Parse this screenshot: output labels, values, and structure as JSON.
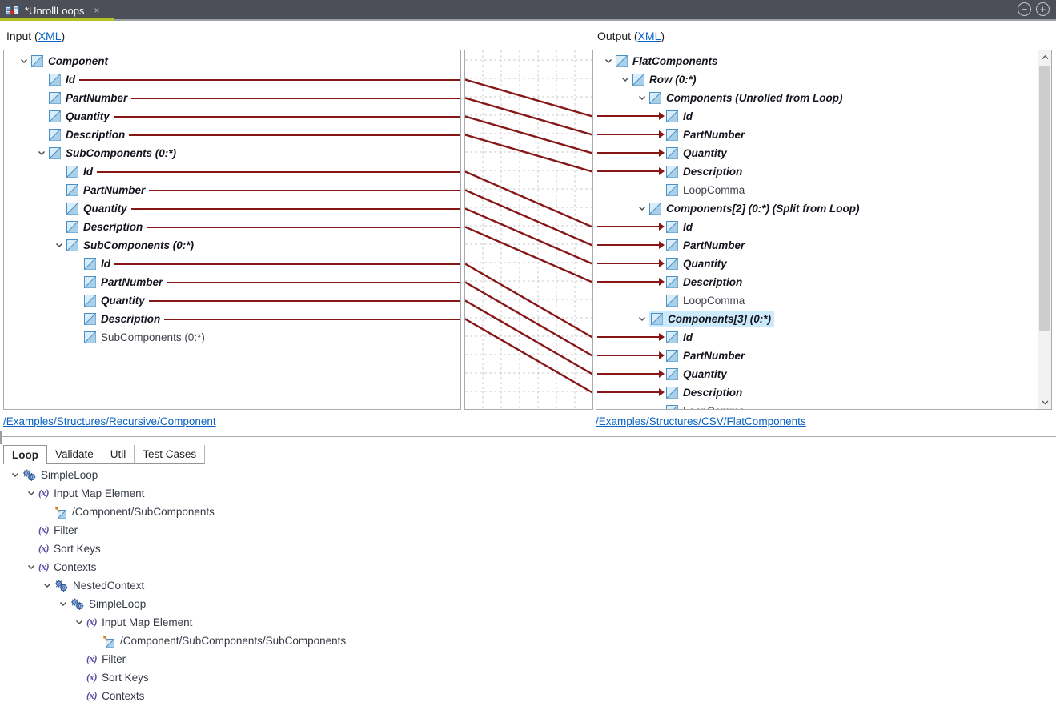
{
  "titlebar": {
    "tab_title": "*UnrollLoops",
    "close_glyph": "×",
    "zoom_out_glyph": "−",
    "zoom_in_glyph": "+",
    "accent_green": "#b0c323",
    "bar_bg": "#4c4f57"
  },
  "icons": {
    "tab_icon": "map-document-icon",
    "element": "xml-element-icon",
    "loop": "double-gear-icon",
    "fx": "function-icon",
    "mapel": "mapped-element-icon",
    "chevron": "chevron-down-icon"
  },
  "colors": {
    "map_line": "#871717",
    "selection_bg": "#cdeafc",
    "link": "#0a62c4",
    "grid": "#cccccc"
  },
  "panes": {
    "input_header_prefix": "Input (",
    "input_header_link": "XML",
    "input_header_suffix": ")",
    "output_header_prefix": "Output (",
    "output_header_link": "XML",
    "output_header_suffix": ")",
    "input_footer_link": "/Examples/Structures/Recursive/Component",
    "output_footer_link": "/Examples/Structures/CSV/FlatComponents"
  },
  "input_tree": {
    "rows": [
      {
        "label": "Component",
        "level": 0,
        "chevron": true,
        "bold": true,
        "line": false
      },
      {
        "label": "Id",
        "level": 1,
        "chevron": false,
        "bold": true,
        "line": true
      },
      {
        "label": "PartNumber",
        "level": 1,
        "chevron": false,
        "bold": true,
        "line": true
      },
      {
        "label": "Quantity",
        "level": 1,
        "chevron": false,
        "bold": true,
        "line": true
      },
      {
        "label": "Description",
        "level": 1,
        "chevron": false,
        "bold": true,
        "line": true
      },
      {
        "label": "SubComponents (0:*)",
        "level": 1,
        "chevron": true,
        "bold": true,
        "line": false
      },
      {
        "label": "Id",
        "level": 2,
        "chevron": false,
        "bold": true,
        "line": true
      },
      {
        "label": "PartNumber",
        "level": 2,
        "chevron": false,
        "bold": true,
        "line": true
      },
      {
        "label": "Quantity",
        "level": 2,
        "chevron": false,
        "bold": true,
        "line": true
      },
      {
        "label": "Description",
        "level": 2,
        "chevron": false,
        "bold": true,
        "line": true
      },
      {
        "label": "SubComponents (0:*)",
        "level": 2,
        "chevron": true,
        "bold": true,
        "line": false
      },
      {
        "label": "Id",
        "level": 3,
        "chevron": false,
        "bold": true,
        "line": true
      },
      {
        "label": "PartNumber",
        "level": 3,
        "chevron": false,
        "bold": true,
        "line": true
      },
      {
        "label": "Quantity",
        "level": 3,
        "chevron": false,
        "bold": true,
        "line": true
      },
      {
        "label": "Description",
        "level": 3,
        "chevron": false,
        "bold": true,
        "line": true
      },
      {
        "label": "SubComponents (0:*)",
        "level": 3,
        "chevron": false,
        "bold": false,
        "line": false
      }
    ]
  },
  "output_tree": {
    "rows": [
      {
        "label": "FlatComponents",
        "level": 0,
        "chevron": true,
        "bold": true,
        "arrow": false
      },
      {
        "label": "Row (0:*)",
        "level": 1,
        "chevron": true,
        "bold": true,
        "arrow": false
      },
      {
        "label": "Components (Unrolled from Loop)",
        "level": 2,
        "chevron": true,
        "bold": true,
        "arrow": false
      },
      {
        "label": "Id",
        "level": 3,
        "chevron": false,
        "bold": true,
        "arrow": true
      },
      {
        "label": "PartNumber",
        "level": 3,
        "chevron": false,
        "bold": true,
        "arrow": true
      },
      {
        "label": "Quantity",
        "level": 3,
        "chevron": false,
        "bold": true,
        "arrow": true
      },
      {
        "label": "Description",
        "level": 3,
        "chevron": false,
        "bold": true,
        "arrow": true
      },
      {
        "label": "LoopComma",
        "level": 3,
        "chevron": false,
        "bold": false,
        "arrow": false
      },
      {
        "label": "Components[2] (0:*) (Split from Loop)",
        "level": 2,
        "chevron": true,
        "bold": true,
        "arrow": false
      },
      {
        "label": "Id",
        "level": 3,
        "chevron": false,
        "bold": true,
        "arrow": true
      },
      {
        "label": "PartNumber",
        "level": 3,
        "chevron": false,
        "bold": true,
        "arrow": true
      },
      {
        "label": "Quantity",
        "level": 3,
        "chevron": false,
        "bold": true,
        "arrow": true
      },
      {
        "label": "Description",
        "level": 3,
        "chevron": false,
        "bold": true,
        "arrow": true
      },
      {
        "label": "LoopComma",
        "level": 3,
        "chevron": false,
        "bold": false,
        "arrow": false
      },
      {
        "label": "Components[3] (0:*)",
        "level": 2,
        "chevron": true,
        "bold": true,
        "arrow": false,
        "selected": true
      },
      {
        "label": "Id",
        "level": 3,
        "chevron": false,
        "bold": true,
        "arrow": true
      },
      {
        "label": "PartNumber",
        "level": 3,
        "chevron": false,
        "bold": true,
        "arrow": true
      },
      {
        "label": "Quantity",
        "level": 3,
        "chevron": false,
        "bold": true,
        "arrow": true
      },
      {
        "label": "Description",
        "level": 3,
        "chevron": false,
        "bold": true,
        "arrow": true
      },
      {
        "label": "LoopComma",
        "level": 3,
        "chevron": false,
        "bold": false,
        "arrow": false
      }
    ]
  },
  "connections": [
    {
      "from": 1,
      "to": 3
    },
    {
      "from": 2,
      "to": 4
    },
    {
      "from": 3,
      "to": 5
    },
    {
      "from": 4,
      "to": 6
    },
    {
      "from": 6,
      "to": 9
    },
    {
      "from": 7,
      "to": 10
    },
    {
      "from": 8,
      "to": 11
    },
    {
      "from": 9,
      "to": 12
    },
    {
      "from": 11,
      "to": 15
    },
    {
      "from": 12,
      "to": 16
    },
    {
      "from": 13,
      "to": 17
    },
    {
      "from": 14,
      "to": 18
    }
  ],
  "bottom": {
    "tabs": [
      {
        "label": "Loop",
        "active": true
      },
      {
        "label": "Validate",
        "active": false
      },
      {
        "label": "Util",
        "active": false
      },
      {
        "label": "Test Cases",
        "active": false
      }
    ],
    "tree": {
      "rows": [
        {
          "label": "SimpleLoop",
          "level": 0,
          "chevron": true,
          "icon": "loop"
        },
        {
          "label": "Input Map Element",
          "level": 1,
          "chevron": true,
          "icon": "fx"
        },
        {
          "label": "/Component/SubComponents",
          "level": 2,
          "chevron": false,
          "icon": "mapel"
        },
        {
          "label": "Filter",
          "level": 1,
          "chevron": false,
          "icon": "fx"
        },
        {
          "label": "Sort Keys",
          "level": 1,
          "chevron": false,
          "icon": "fx"
        },
        {
          "label": "Contexts",
          "level": 1,
          "chevron": true,
          "icon": "fx"
        },
        {
          "label": "NestedContext",
          "level": 2,
          "chevron": true,
          "icon": "loop"
        },
        {
          "label": "SimpleLoop",
          "level": 3,
          "chevron": true,
          "icon": "loop"
        },
        {
          "label": "Input Map Element",
          "level": 4,
          "chevron": true,
          "icon": "fx"
        },
        {
          "label": "/Component/SubComponents/SubComponents",
          "level": 5,
          "chevron": false,
          "icon": "mapel"
        },
        {
          "label": "Filter",
          "level": 4,
          "chevron": false,
          "icon": "fx"
        },
        {
          "label": "Sort Keys",
          "level": 4,
          "chevron": false,
          "icon": "fx"
        },
        {
          "label": "Contexts",
          "level": 4,
          "chevron": false,
          "icon": "fx"
        }
      ]
    }
  }
}
